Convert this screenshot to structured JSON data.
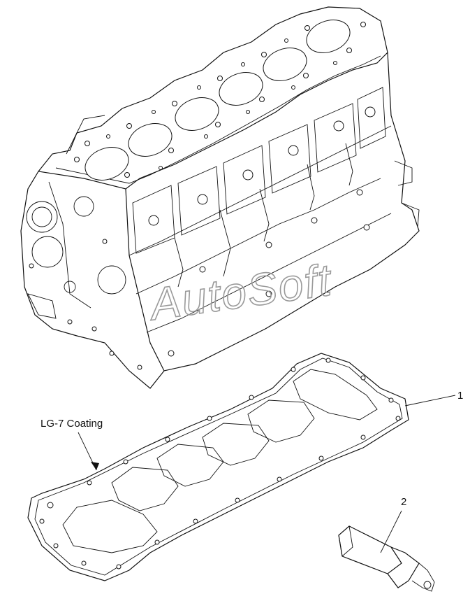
{
  "callouts": {
    "part_1": "1",
    "part_2": "2"
  },
  "annotations": {
    "coating": "LG-7 Coating"
  },
  "watermark": "AutoSoft",
  "colors": {
    "line": "#111111",
    "watermark": "#9a9a9a",
    "background": "#ffffff"
  }
}
